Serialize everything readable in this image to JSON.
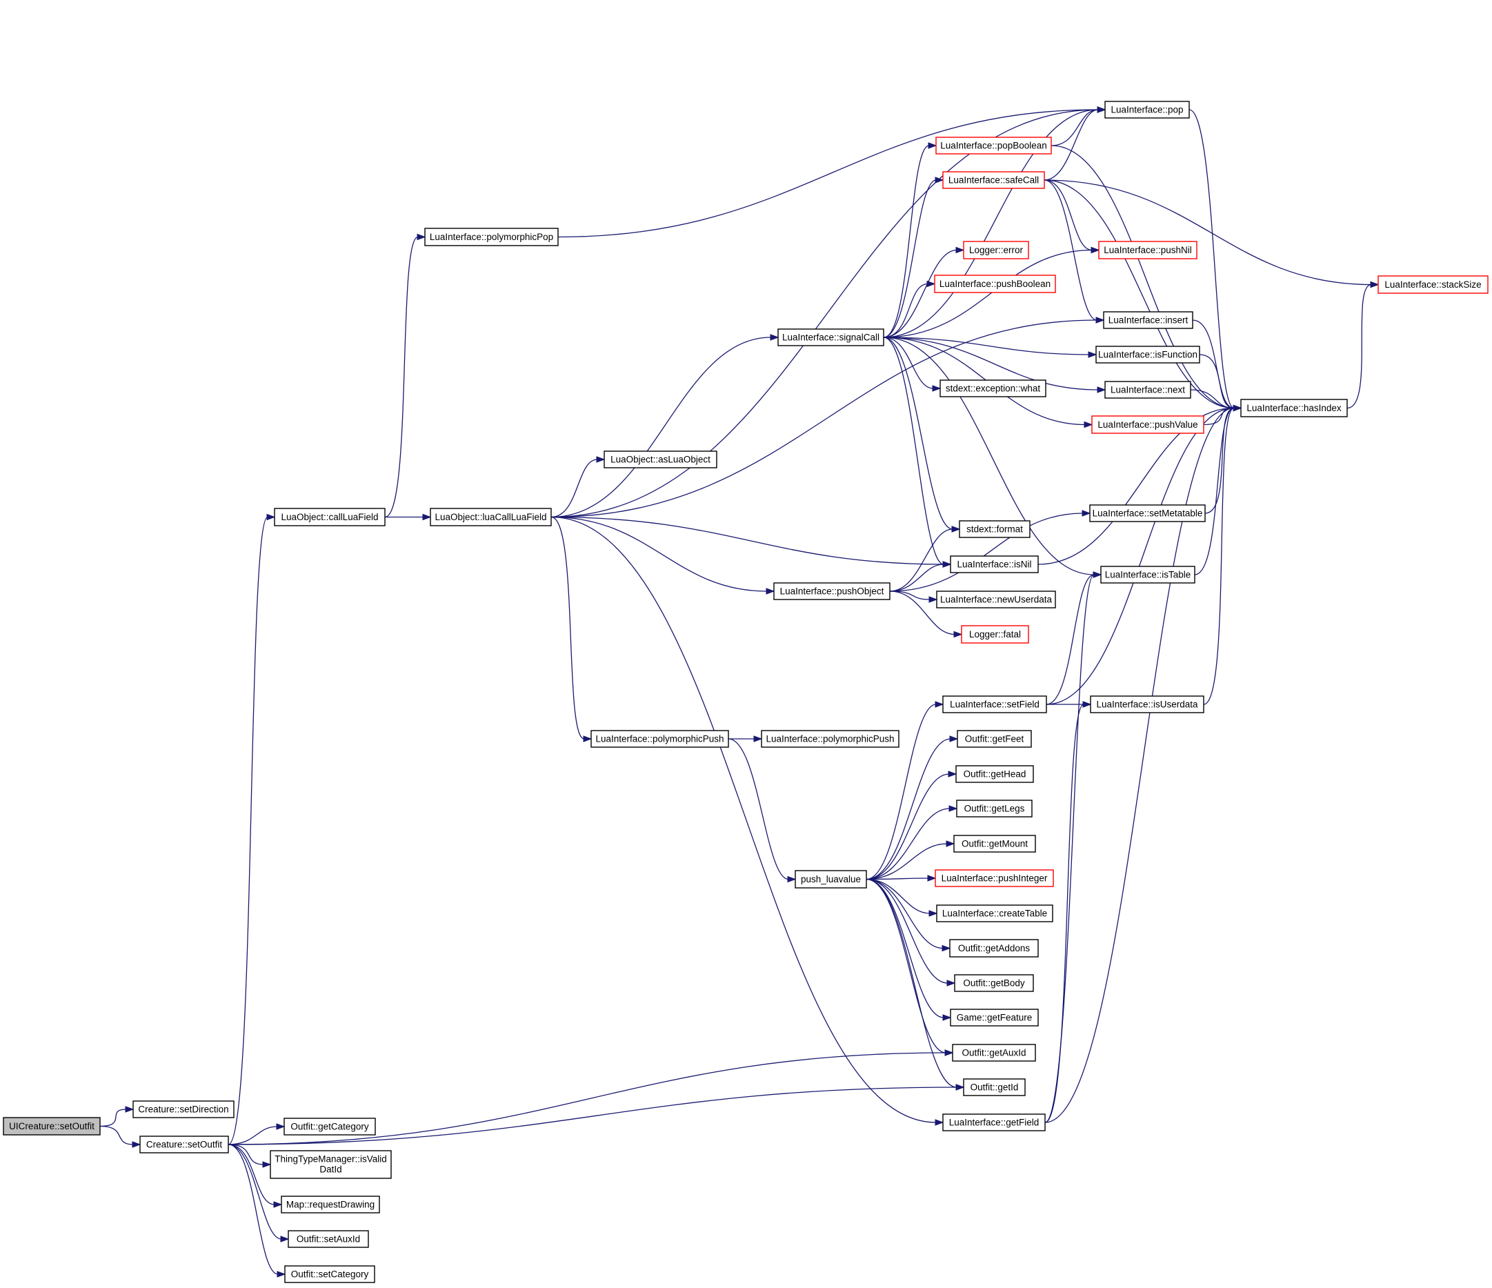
{
  "nodes": {
    "ui_setoutfit": {
      "label": "UICreature::setOutfit",
      "style": "root"
    },
    "creature_setdirection": {
      "label": "Creature::setDirection"
    },
    "creature_setoutfit": {
      "label": "Creature::setOutfit"
    },
    "outfit_getcategory": {
      "label": "Outfit::getCategory"
    },
    "thingtype_isvalid": {
      "label": "ThingTypeManager::isValid",
      "label2": "DatId"
    },
    "map_requestdrawing": {
      "label": "Map::requestDrawing"
    },
    "outfit_setauxid": {
      "label": "Outfit::setAuxId"
    },
    "outfit_setcategory": {
      "label": "Outfit::setCategory"
    },
    "luaobj_callluafield": {
      "label": "LuaObject::callLuaField"
    },
    "li_polymorphicpop": {
      "label": "LuaInterface::polymorphicPop"
    },
    "luaobj_luacallluafield": {
      "label": "LuaObject::luaCallLuaField"
    },
    "luaobj_asluaobject": {
      "label": "LuaObject::asLuaObject"
    },
    "li_polymorphicpush1": {
      "label": "LuaInterface::polymorphicPush"
    },
    "li_polymorphicpush2": {
      "label": "LuaInterface::polymorphicPush"
    },
    "li_signalcall": {
      "label": "LuaInterface::signalCall"
    },
    "li_pushobject": {
      "label": "LuaInterface::pushObject"
    },
    "push_luavalue": {
      "label": "push_luavalue"
    },
    "li_pop": {
      "label": "LuaInterface::pop"
    },
    "li_popboolean": {
      "label": "LuaInterface::popBoolean",
      "style": "red"
    },
    "li_safecall": {
      "label": "LuaInterface::safeCall",
      "style": "red"
    },
    "logger_error": {
      "label": "Logger::error",
      "style": "red"
    },
    "li_pushboolean": {
      "label": "LuaInterface::pushBoolean",
      "style": "red"
    },
    "stdext_exception_what": {
      "label": "stdext::exception::what"
    },
    "stdext_format": {
      "label": "stdext::format"
    },
    "li_isnil": {
      "label": "LuaInterface::isNil"
    },
    "li_newuserdata": {
      "label": "LuaInterface::newUserdata"
    },
    "logger_fatal": {
      "label": "Logger::fatal",
      "style": "red"
    },
    "li_pushnil": {
      "label": "LuaInterface::pushNil",
      "style": "red"
    },
    "li_insert": {
      "label": "LuaInterface::insert"
    },
    "li_isfunction": {
      "label": "LuaInterface::isFunction"
    },
    "li_next": {
      "label": "LuaInterface::next"
    },
    "li_pushvalue": {
      "label": "LuaInterface::pushValue",
      "style": "red"
    },
    "li_setmetatable": {
      "label": "LuaInterface::setMetatable"
    },
    "li_istable": {
      "label": "LuaInterface::isTable"
    },
    "li_hasindex": {
      "label": "LuaInterface::hasIndex"
    },
    "li_stacksize": {
      "label": "LuaInterface::stackSize",
      "style": "red"
    },
    "li_setfield": {
      "label": "LuaInterface::setField"
    },
    "li_isuserdata": {
      "label": "LuaInterface::isUserdata"
    },
    "outfit_getfeet": {
      "label": "Outfit::getFeet"
    },
    "outfit_gethead": {
      "label": "Outfit::getHead"
    },
    "outfit_getlegs": {
      "label": "Outfit::getLegs"
    },
    "outfit_getmount": {
      "label": "Outfit::getMount"
    },
    "li_pushinteger": {
      "label": "LuaInterface::pushInteger",
      "style": "red"
    },
    "li_createtable": {
      "label": "LuaInterface::createTable"
    },
    "outfit_getaddons": {
      "label": "Outfit::getAddons"
    },
    "outfit_getbody": {
      "label": "Outfit::getBody"
    },
    "game_getfeature": {
      "label": "Game::getFeature"
    },
    "outfit_getauxid": {
      "label": "Outfit::getAuxId"
    },
    "outfit_getid": {
      "label": "Outfit::getId"
    },
    "li_getfield": {
      "label": "LuaInterface::getField"
    }
  },
  "edges": [
    [
      "ui_setoutfit",
      "creature_setdirection"
    ],
    [
      "ui_setoutfit",
      "creature_setoutfit"
    ],
    [
      "creature_setoutfit",
      "luaobj_callluafield"
    ],
    [
      "creature_setoutfit",
      "outfit_getcategory"
    ],
    [
      "creature_setoutfit",
      "thingtype_isvalid"
    ],
    [
      "creature_setoutfit",
      "map_requestdrawing"
    ],
    [
      "creature_setoutfit",
      "outfit_setauxid"
    ],
    [
      "creature_setoutfit",
      "outfit_setcategory"
    ],
    [
      "creature_setoutfit",
      "outfit_getauxid"
    ],
    [
      "creature_setoutfit",
      "outfit_getid"
    ],
    [
      "luaobj_callluafield",
      "li_polymorphicpop"
    ],
    [
      "luaobj_callluafield",
      "luaobj_luacallluafield"
    ],
    [
      "li_polymorphicpop",
      "li_pop"
    ],
    [
      "luaobj_luacallluafield",
      "li_pop"
    ],
    [
      "luaobj_luacallluafield",
      "li_signalcall"
    ],
    [
      "luaobj_luacallluafield",
      "luaobj_asluaobject"
    ],
    [
      "luaobj_luacallluafield",
      "li_insert"
    ],
    [
      "luaobj_luacallluafield",
      "li_isnil"
    ],
    [
      "luaobj_luacallluafield",
      "li_pushobject"
    ],
    [
      "luaobj_luacallluafield",
      "li_polymorphicpush1"
    ],
    [
      "luaobj_luacallluafield",
      "li_getfield"
    ],
    [
      "li_signalcall",
      "li_pop"
    ],
    [
      "li_signalcall",
      "li_popboolean"
    ],
    [
      "li_signalcall",
      "li_safecall"
    ],
    [
      "li_signalcall",
      "li_pushnil"
    ],
    [
      "li_signalcall",
      "logger_error"
    ],
    [
      "li_signalcall",
      "li_pushboolean"
    ],
    [
      "li_signalcall",
      "li_isfunction"
    ],
    [
      "li_signalcall",
      "li_next"
    ],
    [
      "li_signalcall",
      "stdext_exception_what"
    ],
    [
      "li_signalcall",
      "li_pushvalue"
    ],
    [
      "li_signalcall",
      "stdext_format"
    ],
    [
      "li_signalcall",
      "li_isnil"
    ],
    [
      "li_signalcall",
      "li_istable"
    ],
    [
      "li_popboolean",
      "li_pop"
    ],
    [
      "li_popboolean",
      "li_hasindex"
    ],
    [
      "li_safecall",
      "li_pop"
    ],
    [
      "li_safecall",
      "li_pushnil"
    ],
    [
      "li_safecall",
      "li_insert"
    ],
    [
      "li_safecall",
      "li_stacksize"
    ],
    [
      "li_safecall",
      "li_hasindex"
    ],
    [
      "li_pop",
      "li_hasindex"
    ],
    [
      "li_insert",
      "li_hasindex"
    ],
    [
      "li_isfunction",
      "li_hasindex"
    ],
    [
      "li_next",
      "li_hasindex"
    ],
    [
      "li_pushvalue",
      "li_hasindex"
    ],
    [
      "li_hasindex",
      "li_stacksize"
    ],
    [
      "li_isnil",
      "li_hasindex"
    ],
    [
      "li_setmetatable",
      "li_hasindex"
    ],
    [
      "li_istable",
      "li_hasindex"
    ],
    [
      "li_pushobject",
      "stdext_format"
    ],
    [
      "li_pushobject",
      "li_isnil"
    ],
    [
      "li_pushobject",
      "li_newuserdata"
    ],
    [
      "li_pushobject",
      "logger_fatal"
    ],
    [
      "li_pushobject",
      "li_setmetatable"
    ],
    [
      "li_polymorphicpush1",
      "li_polymorphicpush2"
    ],
    [
      "li_polymorphicpush1",
      "push_luavalue"
    ],
    [
      "push_luavalue",
      "li_setfield"
    ],
    [
      "push_luavalue",
      "outfit_getfeet"
    ],
    [
      "push_luavalue",
      "outfit_gethead"
    ],
    [
      "push_luavalue",
      "outfit_getlegs"
    ],
    [
      "push_luavalue",
      "outfit_getmount"
    ],
    [
      "push_luavalue",
      "li_pushinteger"
    ],
    [
      "push_luavalue",
      "li_createtable"
    ],
    [
      "push_luavalue",
      "outfit_getaddons"
    ],
    [
      "push_luavalue",
      "outfit_getbody"
    ],
    [
      "push_luavalue",
      "game_getfeature"
    ],
    [
      "push_luavalue",
      "outfit_getauxid"
    ],
    [
      "push_luavalue",
      "outfit_getid"
    ],
    [
      "li_setfield",
      "li_istable"
    ],
    [
      "li_setfield",
      "li_isuserdata"
    ],
    [
      "li_setfield",
      "li_hasindex"
    ],
    [
      "li_isuserdata",
      "li_hasindex"
    ],
    [
      "li_getfield",
      "li_istable"
    ],
    [
      "li_getfield",
      "li_isuserdata"
    ],
    [
      "li_getfield",
      "li_hasindex"
    ]
  ]
}
